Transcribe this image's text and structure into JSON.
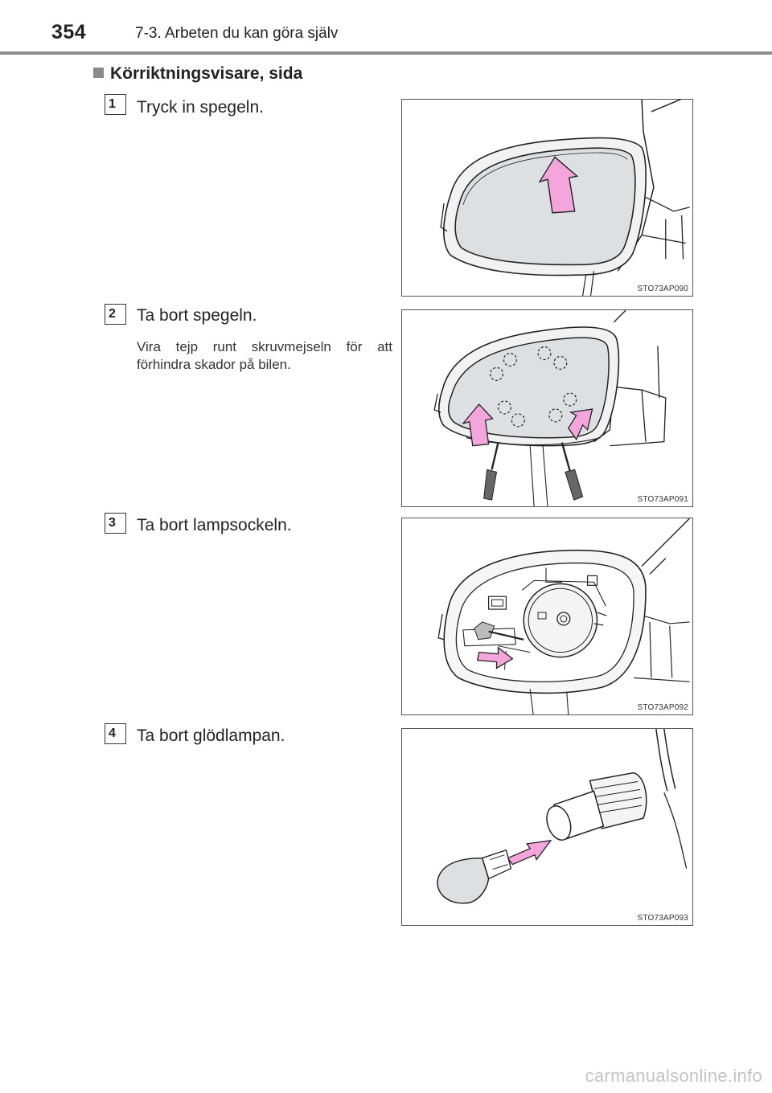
{
  "header": {
    "page_number": "354",
    "chapter": "7-3. Arbeten du kan göra själv"
  },
  "section": {
    "heading": "Körriktningsvisare, sida"
  },
  "steps": [
    {
      "number": "1",
      "text": "Tryck in spegeln.",
      "figure_code": "STO73AP090"
    },
    {
      "number": "2",
      "text": "Ta bort spegeln.",
      "note": "Vira tejp runt skruvmejseln för att förhindra skador på bilen.",
      "figure_code": "STO73AP091"
    },
    {
      "number": "3",
      "text": "Ta bort lampsockeln.",
      "figure_code": "STO73AP092"
    },
    {
      "number": "4",
      "text": "Ta bort glödlampan.",
      "figure_code": "STO73AP093"
    }
  ],
  "footer": {
    "watermark": "carmanualsonline.info"
  },
  "colors": {
    "arrow_fill": "#f4a6dc",
    "mirror_glass": "#dde0e2",
    "rule": "#8f8f8f"
  }
}
